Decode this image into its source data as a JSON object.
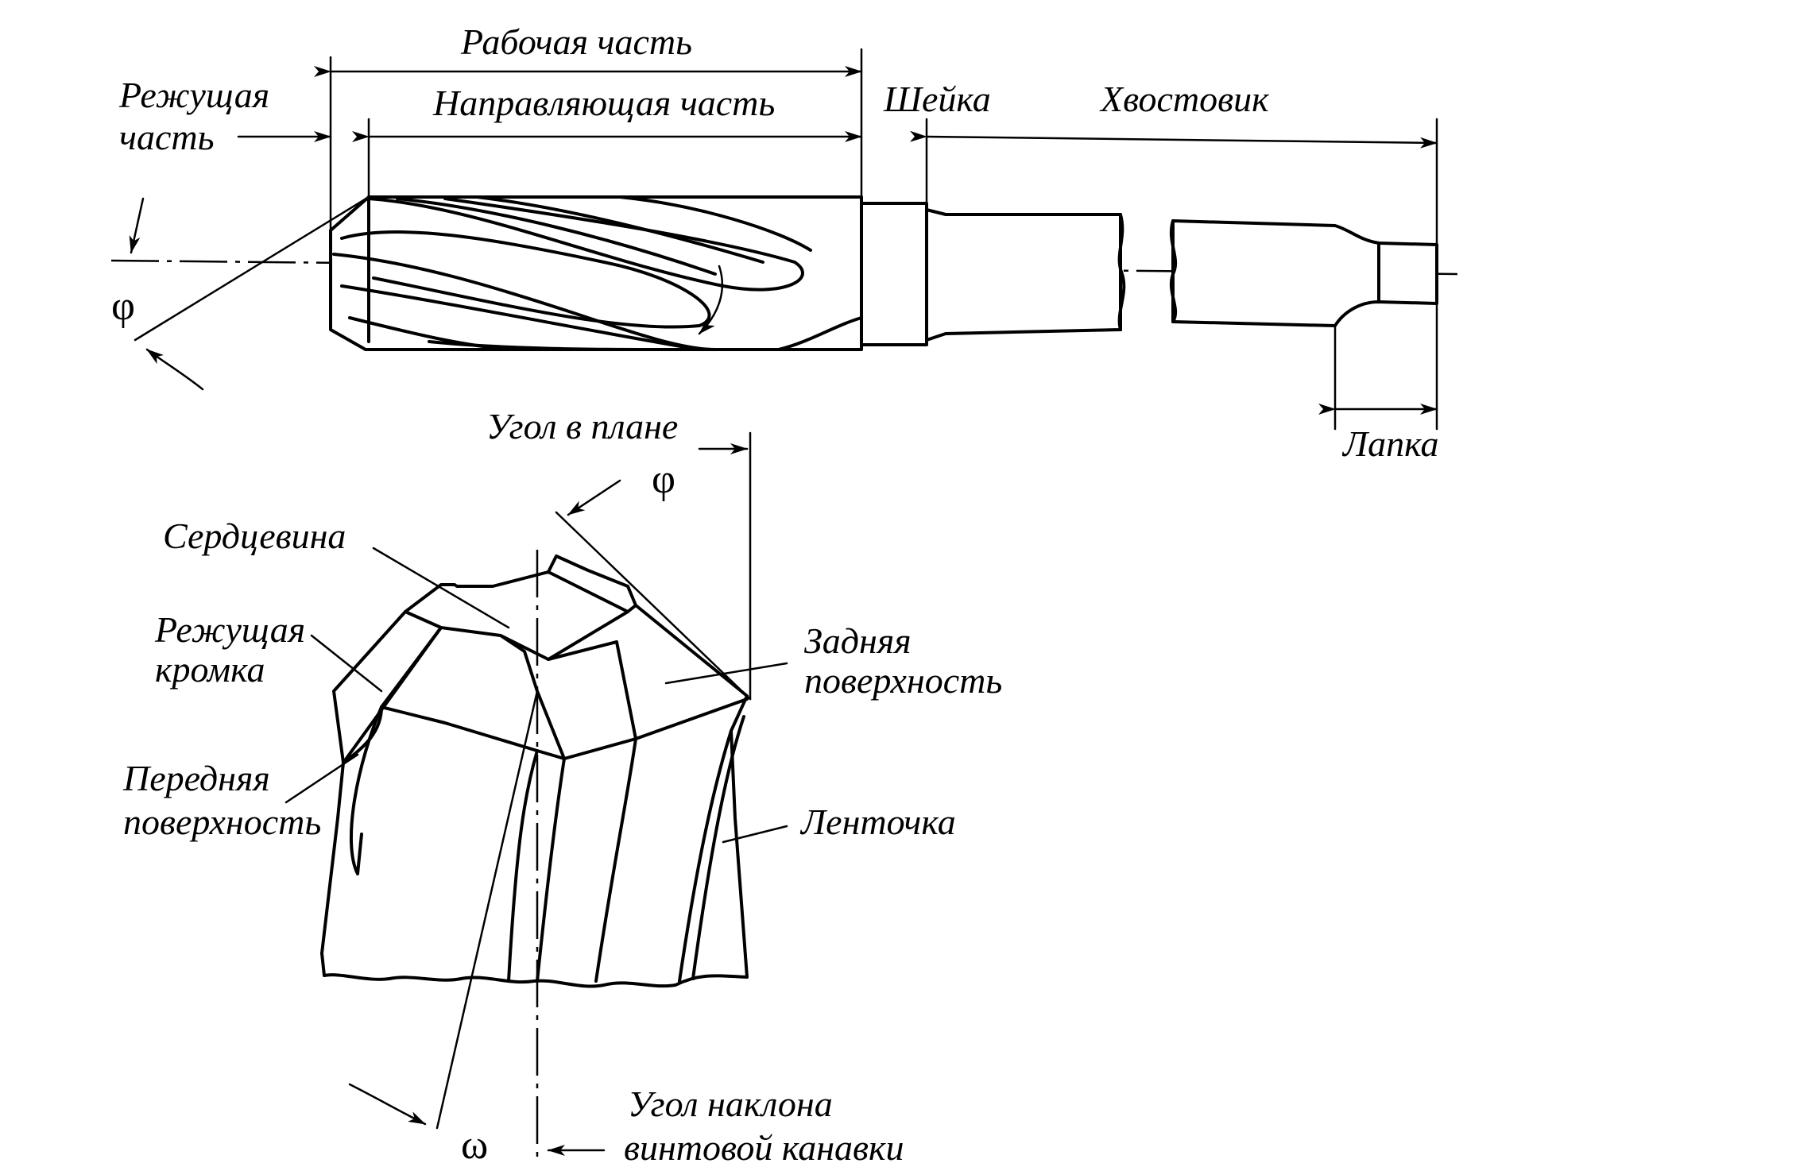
{
  "labels": {
    "working_part": "Рабочая часть",
    "cutting_part_1": "Режущая",
    "cutting_part_2": "часть",
    "guiding_part": "Направляющая часть",
    "neck": "Шейка",
    "shank": "Хвостовик",
    "tang": "Лапка",
    "plan_angle": "Угол в плане",
    "phi_top": "φ",
    "phi_bottom": "φ",
    "core": "Сердцевина",
    "cutting_edge_1": "Режущая",
    "cutting_edge_2": "кромка",
    "rake_face_1": "Передняя",
    "rake_face_2": "поверхность",
    "flank_face_1": "Задняя",
    "flank_face_2": "поверхность",
    "land": "Ленточка",
    "omega": "ω",
    "helix_angle_1": "Угол наклона",
    "helix_angle_2": "винтовой канавки"
  }
}
